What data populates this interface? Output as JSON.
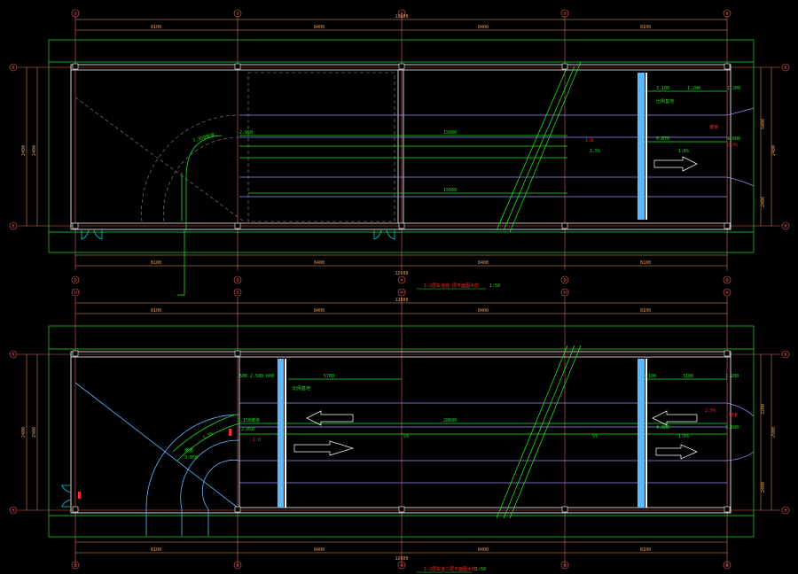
{
  "colors": {
    "background": "#000000",
    "axis": "#e86060",
    "dimension": "#e8a060",
    "wall": "#ffffff",
    "green": "#20e020",
    "violet": "#9a8cff",
    "blue": "#5cb8ff",
    "gray": "#8a8a8a",
    "red": "#ff2a2a",
    "cyan": "#00d0d0",
    "text": "#d0d0d0"
  },
  "grid_columns": [
    "②",
    "③",
    "④",
    "⑤",
    "⑥"
  ],
  "grid_rows": [
    "K",
    "H"
  ],
  "plan1": {
    "total_dim": "12600",
    "bay_dims": [
      "8100",
      "8400",
      "8400",
      "8100"
    ],
    "left_dims": [
      "2400",
      "2400"
    ],
    "right_dims": [
      "5400",
      "2400",
      "2400"
    ],
    "labels": {
      "ramp_top": "2.950",
      "ramp_curve": "1.950坡道",
      "lane_1": "1:8",
      "lane_2": "1.5%",
      "lane_3": "15600",
      "lane_4": "15600",
      "right_a": "3.100",
      "right_b": "1.200",
      "right_c": "2.5%",
      "right_d": "0.870",
      "right_e": "4.600",
      "right_f": "比例基地",
      "right_g": "坡道",
      "right_h": "1:6%"
    },
    "caption": "1-2层车道底-层平面图大样",
    "caption_scale": "1:50"
  },
  "plan2": {
    "total_dim": "12600",
    "bay_dims": [
      "8100",
      "8400",
      "8400",
      "8100"
    ],
    "left_dims": [
      "2400",
      "2900"
    ],
    "right_dims": [
      "3200",
      "2900",
      "2400"
    ],
    "labels": {
      "a": "500",
      "b": "2.500",
      "c": "600",
      "d": "5700",
      "e": "比例基地",
      "f": "3.150坡道",
      "g": "2.850",
      "h": "1:8",
      "i": "1.5%",
      "j": "坡道",
      "k": "3.050",
      "l": "28600",
      "m": "5%",
      "n": "5%",
      "o": "3.100",
      "p": "3100",
      "q": "1.200",
      "r": "4.800",
      "s": "3.600",
      "t": "1:6%",
      "u": "2.5%",
      "v": "坡道"
    },
    "caption": "1-2层车道二层平面图大样",
    "caption_scale": "1:50"
  }
}
